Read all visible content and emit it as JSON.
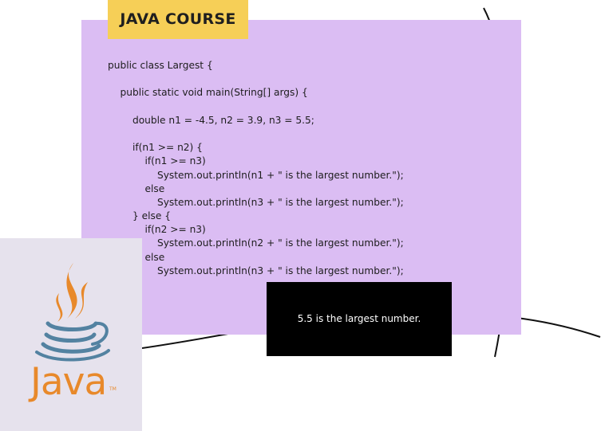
{
  "course_tag": "JAVA COURSE",
  "code_lines": [
    "public class Largest {",
    "",
    "    public static void main(String[] args) {",
    "",
    "        double n1 = -4.5, n2 = 3.9, n3 = 5.5;",
    "",
    "        if(n1 >= n2) {",
    "            if(n1 >= n3)",
    "                System.out.println(n1 + \" is the largest number.\");",
    "            else",
    "                System.out.println(n3 + \" is the largest number.\");",
    "        } else {",
    "            if(n2 >= n3)",
    "                System.out.println(n2 + \" is the largest number.\");",
    "            else",
    "                System.out.println(n3 + \" is the largest number.\");",
    "        }",
    "    }",
    "}"
  ],
  "output_text": "5.5 is the largest number.",
  "logo": {
    "icon": "java-coffee-cup-icon",
    "word": "Java",
    "tm": "TM"
  },
  "colors": {
    "code_panel": "#dbbdf3",
    "course_tag": "#f6cf57",
    "logo_panel": "#e6e2ed",
    "java_orange": "#e8892b",
    "java_blue": "#5382a1",
    "output_bg": "#000000"
  }
}
